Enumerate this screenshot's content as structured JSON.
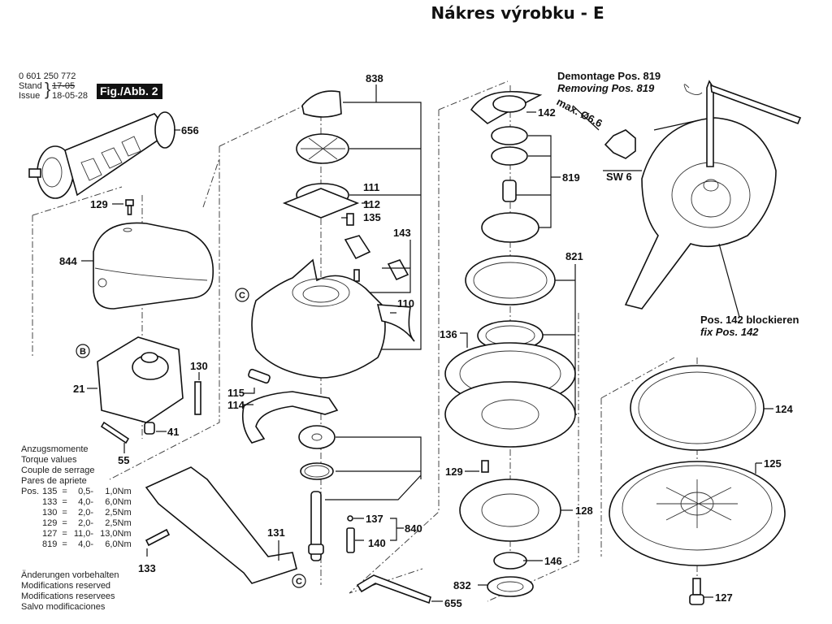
{
  "title": "Nákres výrobku - E",
  "header": {
    "document_number": "0 601 250 772",
    "stand_label": "Stand",
    "issue_label": "Issue",
    "stand_old_value": "17-05",
    "issue_value": "18-05-28",
    "figure_badge": "Fig./Abb. 2"
  },
  "torque_values": {
    "headings": [
      "Anzugsmomente",
      "Torque values",
      "Couple de serrage",
      "Pares de apriete"
    ],
    "pos_label": "Pos.",
    "rows": [
      {
        "pos": "135",
        "eq": "=",
        "min": "0,5",
        "sep": "-",
        "max": "1,0Nm"
      },
      {
        "pos": "133",
        "eq": "=",
        "min": "4,0",
        "sep": "-",
        "max": "6,0Nm"
      },
      {
        "pos": "130",
        "eq": "=",
        "min": "2,0",
        "sep": "-",
        "max": "2,5Nm"
      },
      {
        "pos": "129",
        "eq": "=",
        "min": "2,0",
        "sep": "-",
        "max": "2,5Nm"
      },
      {
        "pos": "127",
        "eq": "=",
        "min": "11,0",
        "sep": "-",
        "max": "13,0Nm"
      },
      {
        "pos": "819",
        "eq": "=",
        "min": "4,0",
        "sep": "-",
        "max": "6,0Nm"
      }
    ]
  },
  "modifications": [
    "Änderungen vorbehalten",
    "Modifications reserved",
    "Modifications reservees",
    "Salvo modificaciones"
  ],
  "notes": {
    "demontage": "Demontage Pos. 819",
    "removing": "Removing Pos. 819",
    "max_dia": "max. Ø6.6",
    "sw": "SW 6",
    "block_de": "Pos. 142 blockieren",
    "block_en": "fix Pos. 142"
  },
  "part_labels": {
    "p656": "656",
    "p129a": "129",
    "p844": "844",
    "p21": "21",
    "p130": "130",
    "p41": "41",
    "p55": "55",
    "p133": "133",
    "p131": "131",
    "p838": "838",
    "p111": "111",
    "p112": "112",
    "p135": "135",
    "p143": "143",
    "p110": "110",
    "p115": "115",
    "p114": "114",
    "p137": "137",
    "p140": "140",
    "p840": "840",
    "p655": "655",
    "p142": "142",
    "p819": "819",
    "p821": "821",
    "p136": "136",
    "p129b": "129",
    "p128": "128",
    "p146": "146",
    "p832": "832",
    "p124": "124",
    "p125": "125",
    "p127": "127"
  },
  "circle_labels": {
    "b": "B",
    "c1": "C",
    "c2": "C"
  }
}
